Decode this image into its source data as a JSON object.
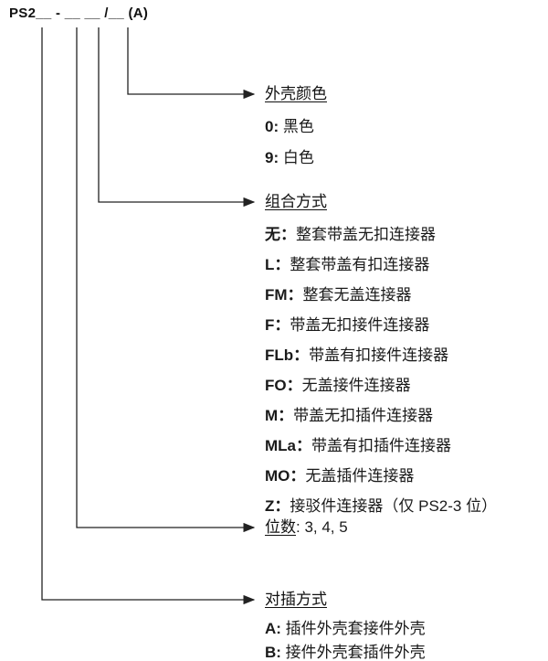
{
  "code_line": "PS2__ - __ __ /__ (A)",
  "sections": {
    "shell_color": {
      "title": "外壳颜色",
      "options": [
        {
          "k": "0:",
          "v": " 黑色"
        },
        {
          "k": "9:",
          "v": " 白色"
        }
      ]
    },
    "combination": {
      "title": "组合方式",
      "options": [
        {
          "k": "无：",
          "v": "整套带盖无扣连接器"
        },
        {
          "k": "L：",
          "v": "整套带盖有扣连接器"
        },
        {
          "k": "FM：",
          "v": "整套无盖连接器"
        },
        {
          "k": "F：",
          "v": "带盖无扣接件连接器"
        },
        {
          "k": "FLb：",
          "v": "带盖有扣接件连接器"
        },
        {
          "k": "FO：",
          "v": "无盖接件连接器"
        },
        {
          "k": "M：",
          "v": "带盖无扣插件连接器"
        },
        {
          "k": "MLa：",
          "v": "带盖有扣插件连接器"
        },
        {
          "k": "MO：",
          "v": "无盖插件连接器"
        },
        {
          "k": "Z：",
          "v": "接驳件连接器（仅 PS2-3 位）"
        }
      ]
    },
    "positions": {
      "title": "位数",
      "value": ":  3, 4, 5"
    },
    "mating": {
      "title": "对插方式",
      "options": [
        {
          "k": "A:",
          "v": " 插件外壳套接件外壳"
        },
        {
          "k": "B:",
          "v": " 接件外壳套插件外壳"
        }
      ]
    }
  }
}
